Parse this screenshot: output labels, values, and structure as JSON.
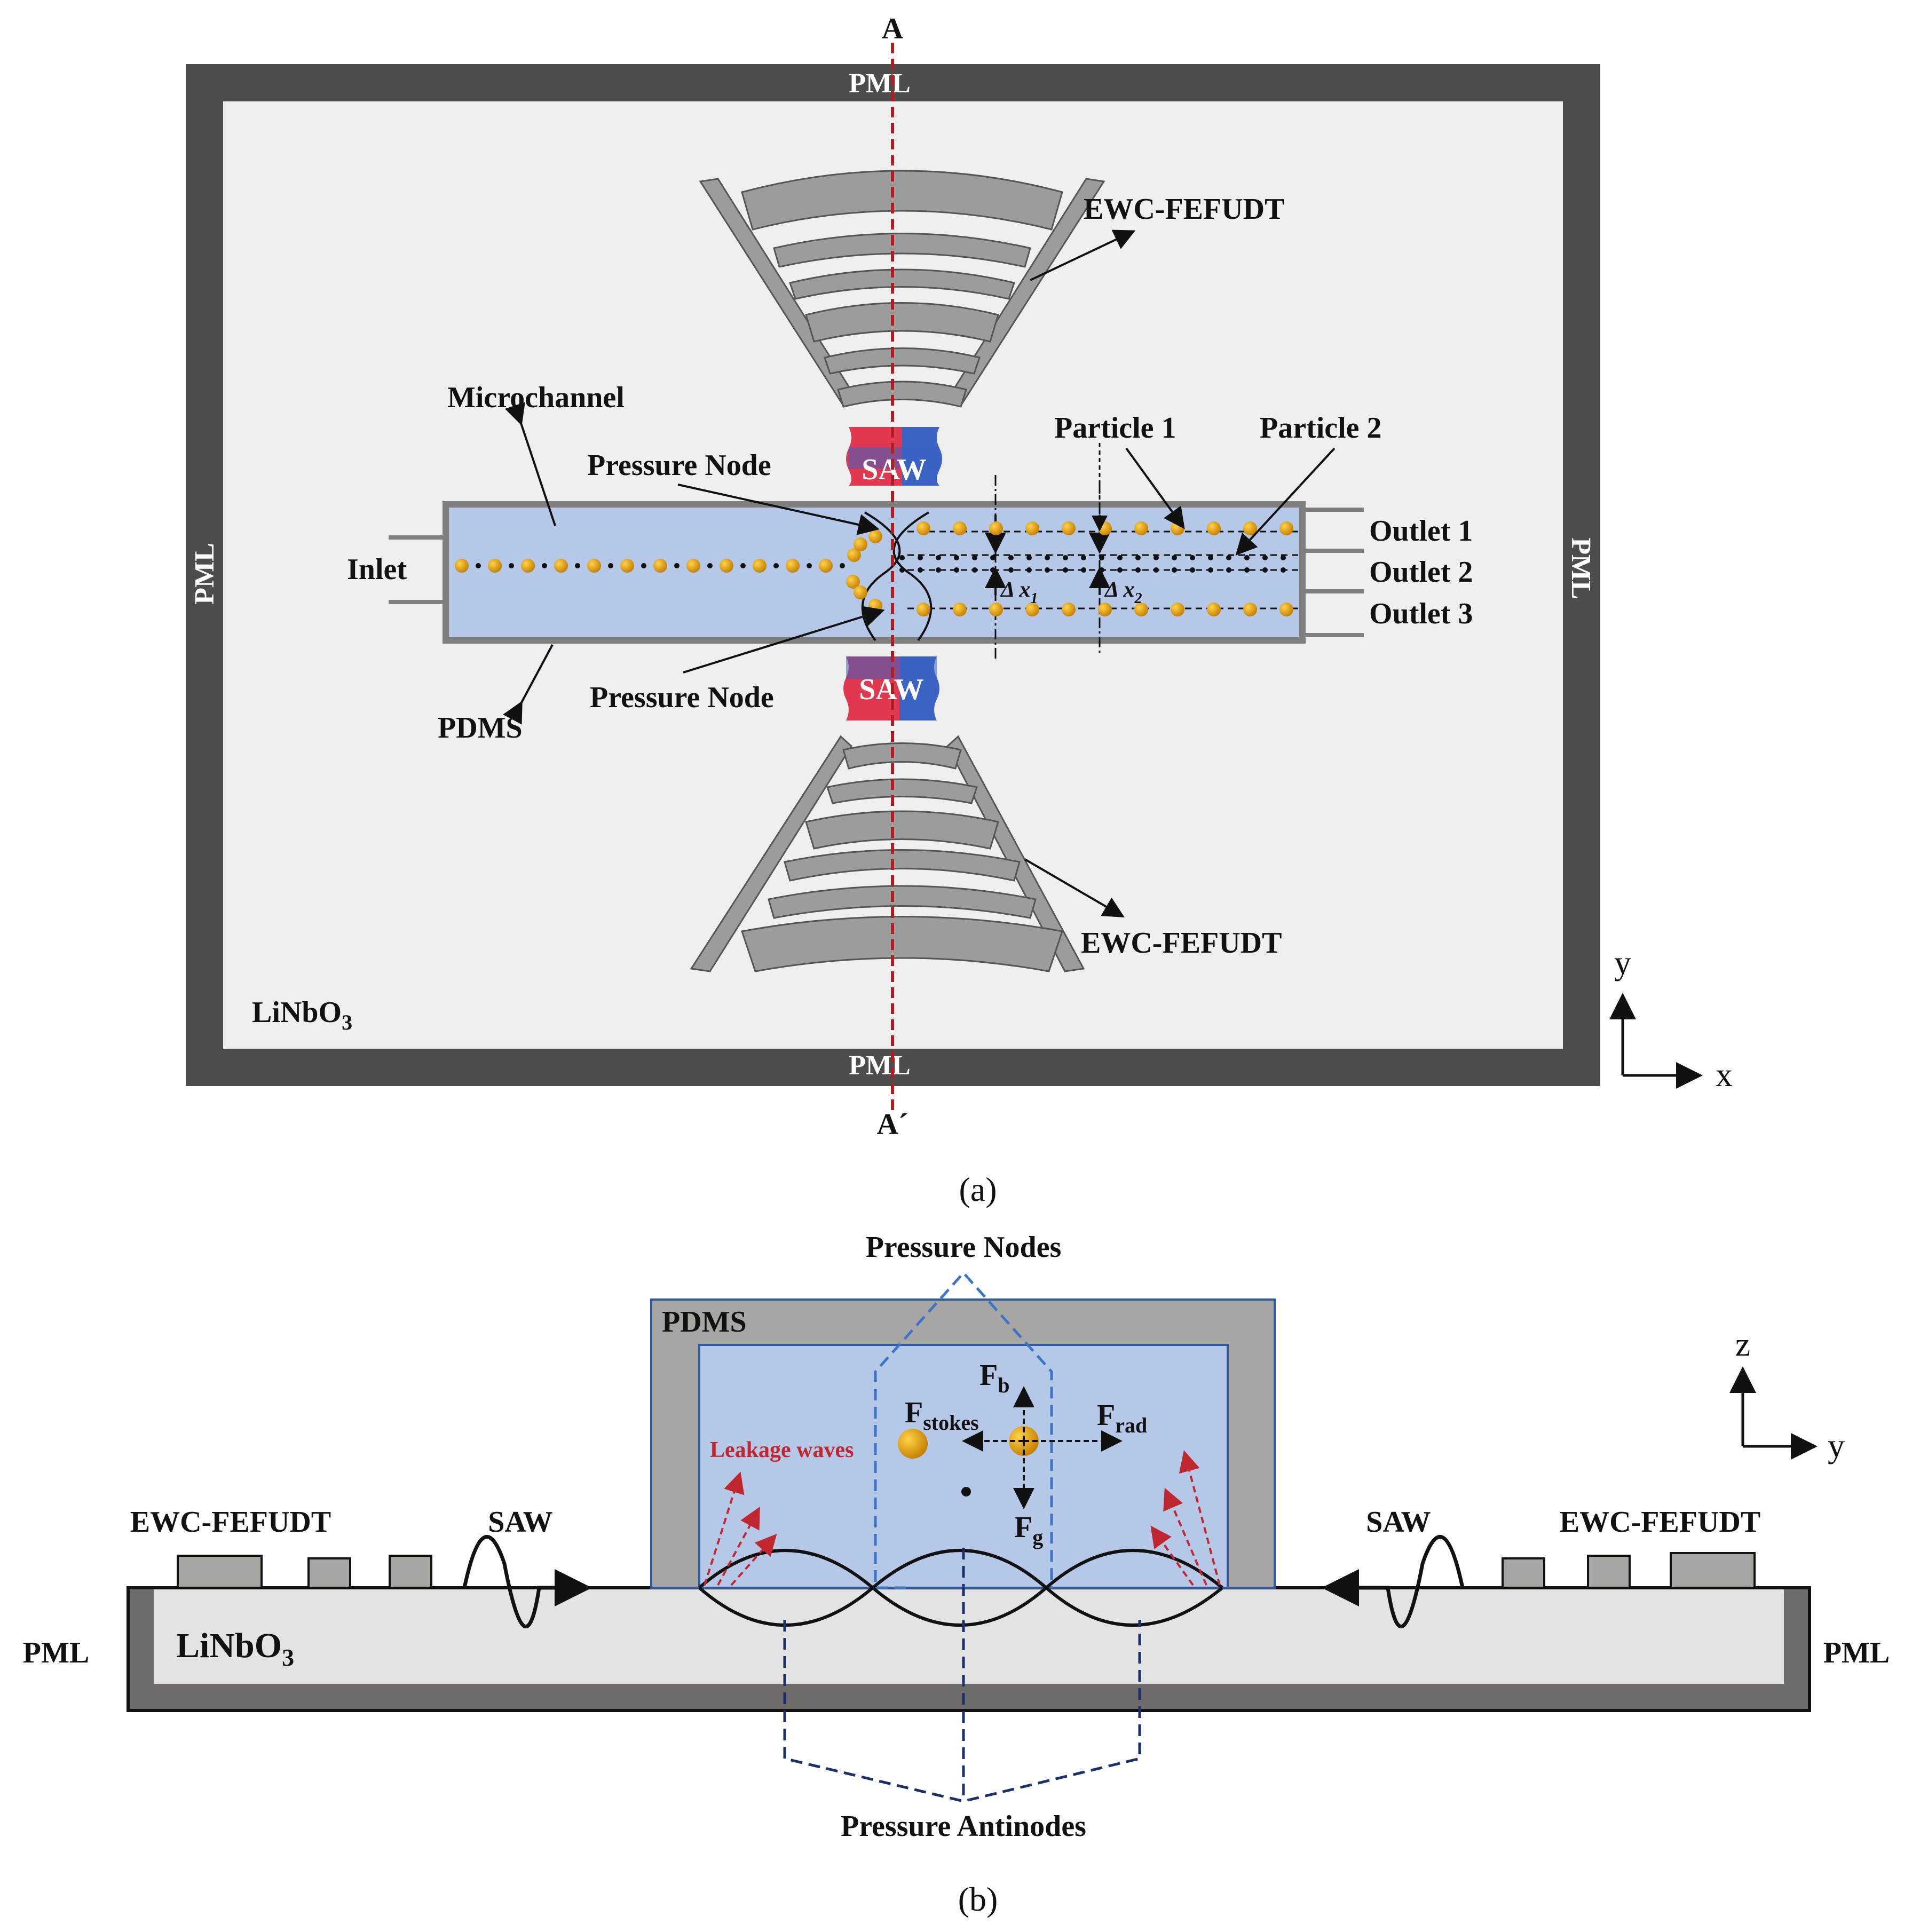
{
  "panel_a": {
    "caption": "(a)",
    "section_top": "A",
    "section_bottom": "A´",
    "pml_top": "PML",
    "pml_bottom": "PML",
    "pml_left": "PML",
    "pml_right": "PML",
    "substrate": "LiNbO",
    "substrate_sub": "3",
    "transducer_top": "EWC-FEFUDT",
    "transducer_bottom": "EWC-FEFUDT",
    "saw_top": "SAW",
    "saw_bottom": "SAW",
    "microchannel": "Microchannel",
    "pdms": "PDMS",
    "inlet": "Inlet",
    "pressure_node_top": "Pressure Node",
    "pressure_node_bottom": "Pressure Node",
    "particle_1": "Particle 1",
    "particle_2": "Particle 2",
    "outlet_1": "Outlet 1",
    "outlet_2": "Outlet 2",
    "outlet_3": "Outlet 3",
    "dx1": "Δ x",
    "dx1_sub": "1",
    "dx2": "Δ x",
    "dx2_sub": "2",
    "axis_y": "y",
    "axis_x": "x"
  },
  "panel_b": {
    "caption": "(b)",
    "pressure_nodes": "Pressure Nodes",
    "pressure_antinodes": "Pressure Antinodes",
    "pdms": "PDMS",
    "leakage_waves": "Leakage waves",
    "f_b": "F",
    "f_b_sub": "b",
    "f_stokes": "F",
    "f_stokes_sub": "stokes",
    "f_rad": "F",
    "f_rad_sub": "rad",
    "f_g": "F",
    "f_g_sub": "g",
    "transducer_left": "EWC-FEFUDT",
    "transducer_right": "EWC-FEFUDT",
    "saw_left": "SAW",
    "saw_right": "SAW",
    "pml_left": "PML",
    "pml_right": "PML",
    "substrate": "LiNbO",
    "substrate_sub": "3",
    "axis_z": "z",
    "axis_y": "y"
  },
  "colors": {
    "pml": "#4d4d4d",
    "substrate": "#efefef",
    "channel_fluid": "#b6c8e8",
    "particle": "#b8860b",
    "saw_red": "#e0384f",
    "saw_blue": "#3a63c4",
    "section_line": "#b01d22",
    "idt_gray": "#9c9c9c",
    "pdms_gray": "#a8a6a2"
  }
}
